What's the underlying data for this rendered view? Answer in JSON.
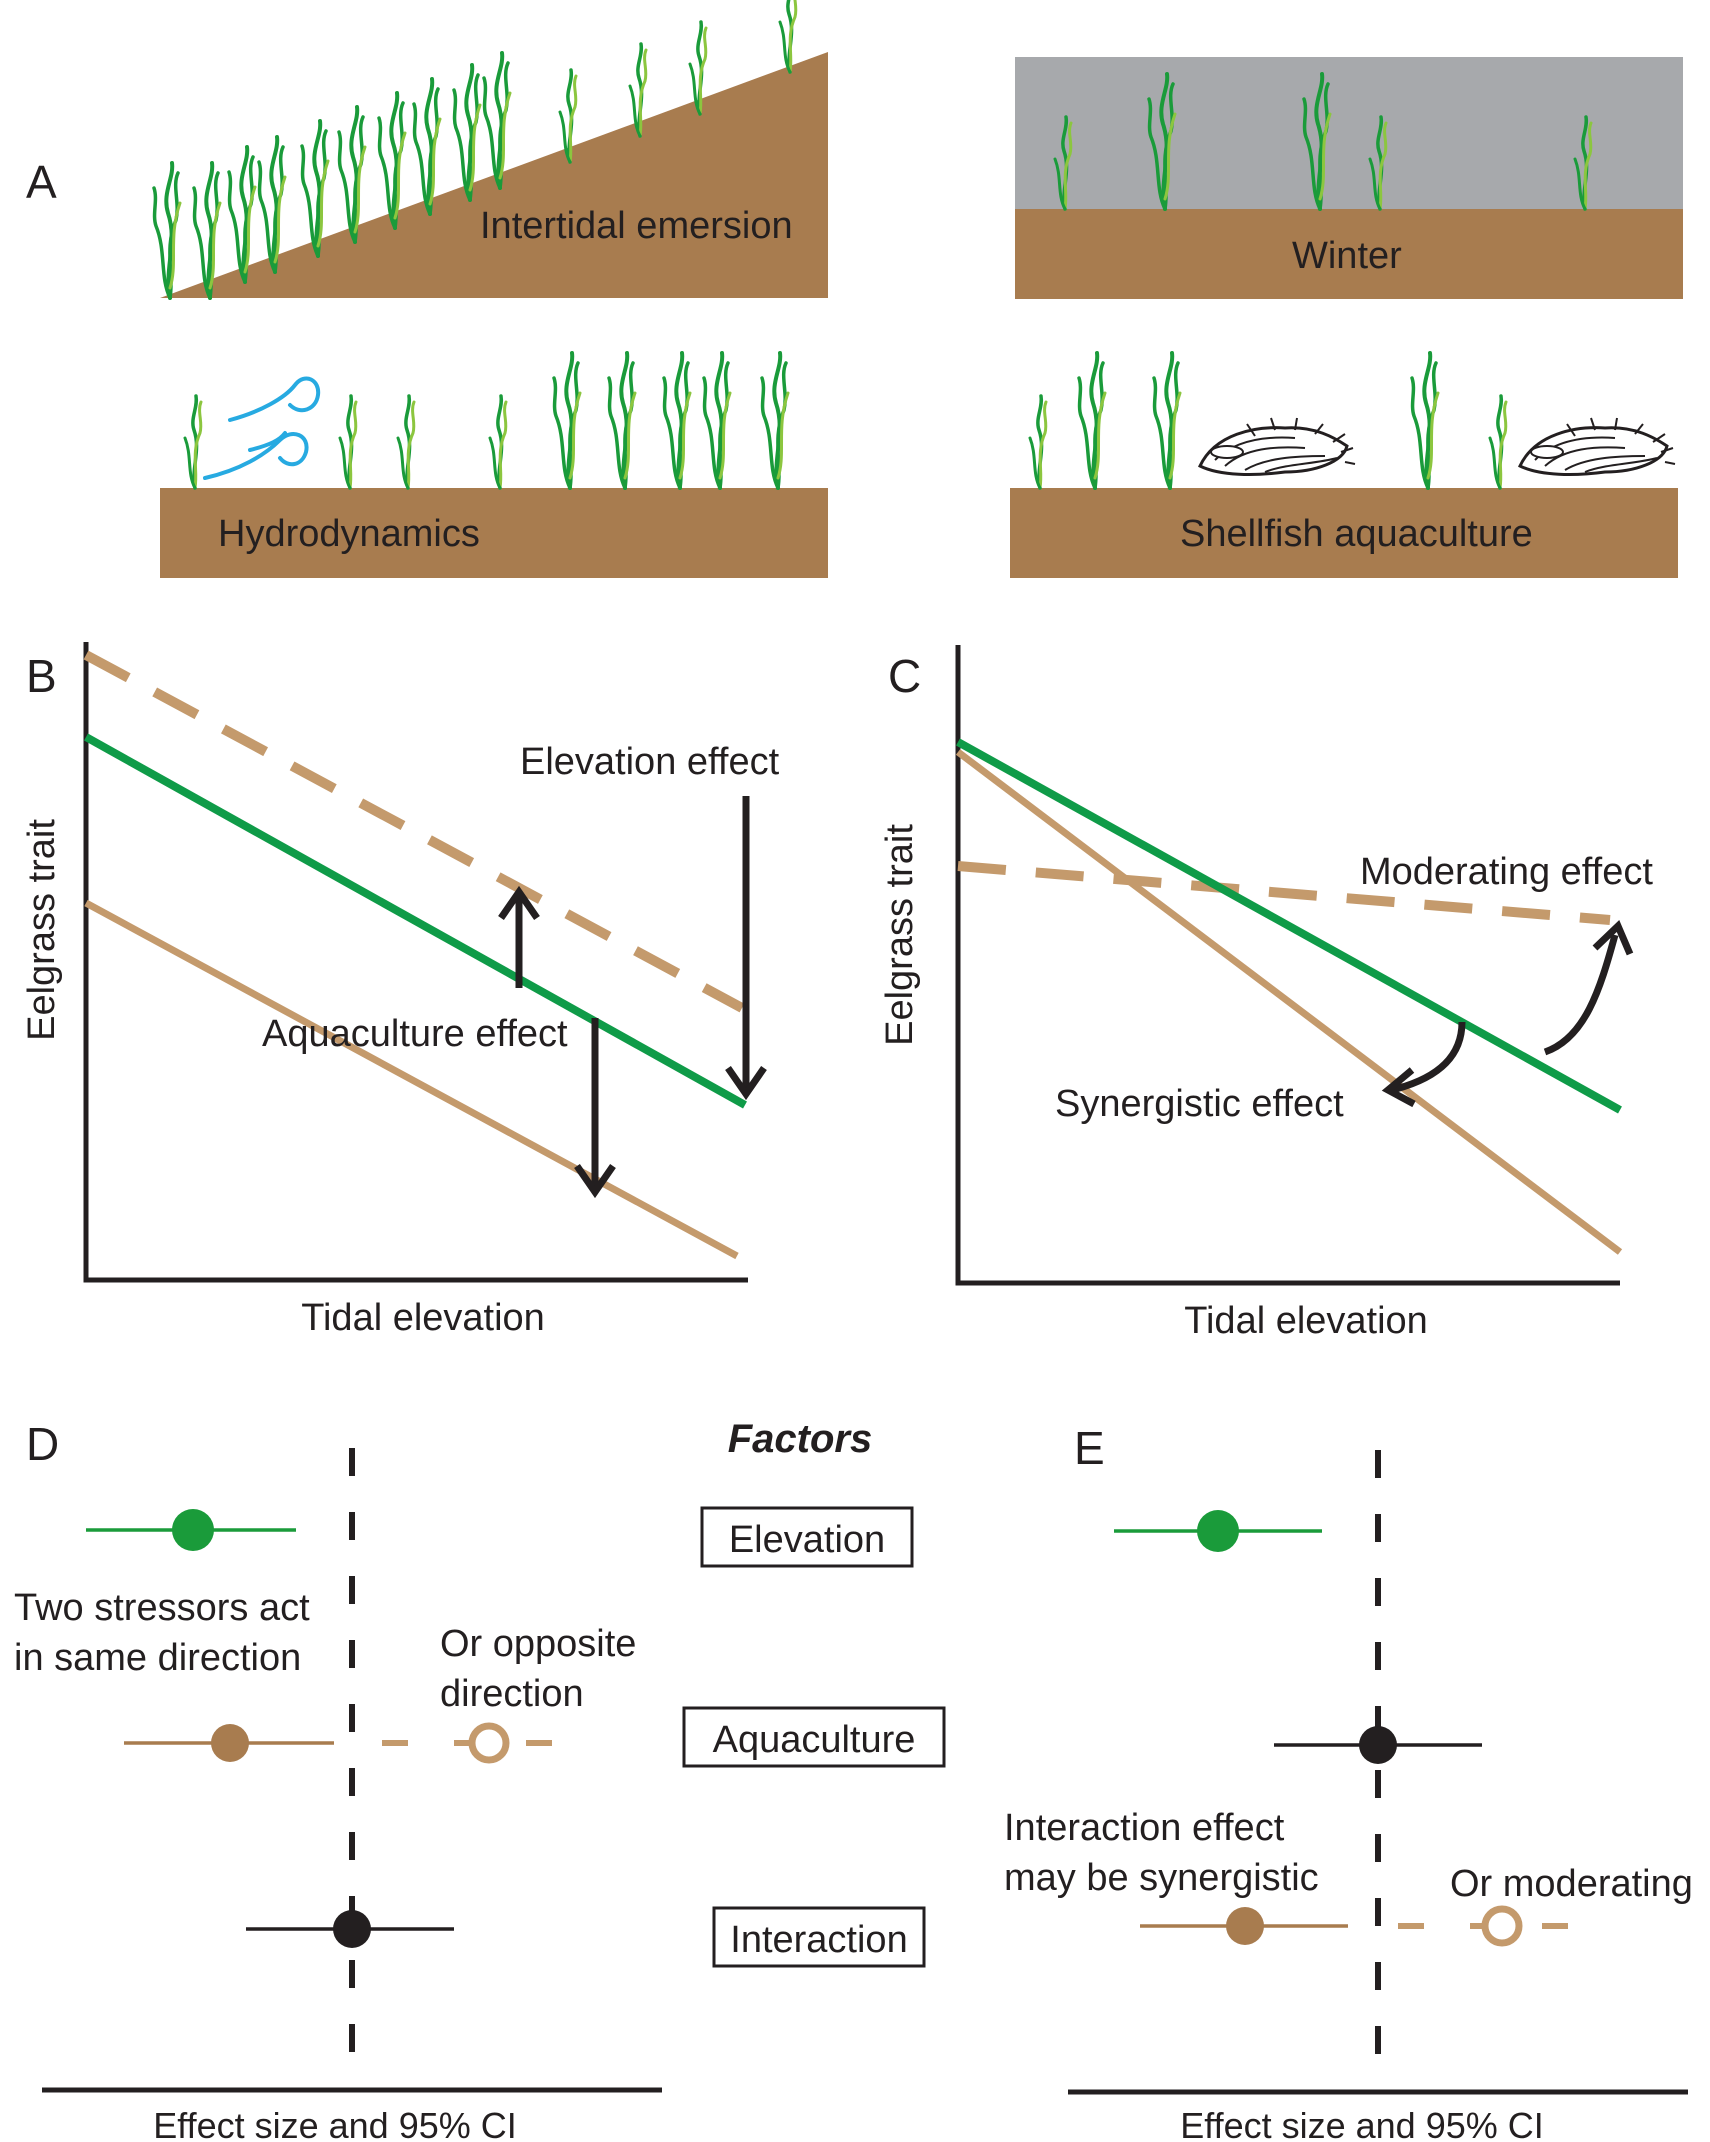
{
  "panel_a": {
    "letter": "A",
    "scenes": [
      {
        "label": "Intertidal emersion"
      },
      {
        "label": "Winter"
      },
      {
        "label": "Hydrodynamics"
      },
      {
        "label": "Shellfish aquaculture"
      }
    ]
  },
  "panel_b": {
    "letter": "B",
    "ylabel": "Eelgrass trait",
    "xlabel": "Tidal elevation",
    "annotations": {
      "elevation_effect": "Elevation effect",
      "aquaculture_effect": "Aquaculture effect"
    }
  },
  "panel_c": {
    "letter": "C",
    "ylabel": "Eelgrass trait",
    "xlabel": "Tidal elevation",
    "annotations": {
      "moderating_effect": "Moderating effect",
      "synergistic_effect": "Synergistic effect"
    }
  },
  "panel_d": {
    "letter": "D",
    "xlabel": "Effect size and 95% CI",
    "note_same_line1": "Two stressors act",
    "note_same_line2": "in same direction",
    "note_opposite_line1": "Or opposite",
    "note_opposite_line2": "direction"
  },
  "factors": {
    "heading": "Factors",
    "items": [
      "Elevation",
      "Aquaculture",
      "Interaction"
    ]
  },
  "panel_e": {
    "letter": "E",
    "xlabel": "Effect size and 95% CI",
    "note_synergistic_line1": "Interaction effect",
    "note_synergistic_line2": "may be synergistic",
    "note_moderating": "Or moderating"
  },
  "colors": {
    "sediment": "#a87c4f",
    "eelgrass": "#1a9b3a",
    "eelgrass_light": "#8cc63f",
    "water": "#a7a9ac",
    "flow": "#27aae1",
    "tan_line": "#c49a6c",
    "green_line": "#0f9b48",
    "axis": "#231f20"
  },
  "icons": [
    "eelgrass-icon",
    "water-flow-icon",
    "oyster-icon",
    "arrow-icon"
  ]
}
